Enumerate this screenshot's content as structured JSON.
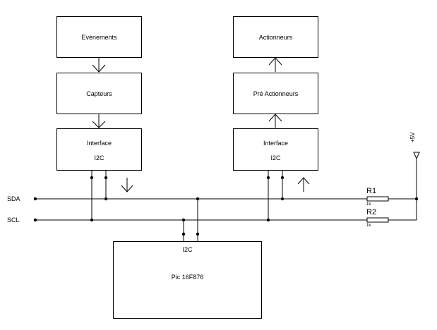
{
  "diagram": {
    "boxes": {
      "events": "Evènements",
      "sensors": "Capteurs",
      "interface_left": [
        "Interface",
        "I2C"
      ],
      "actuators": "Actionneurs",
      "pre_actuators": "Pré Actionneurs",
      "interface_right": [
        "Interface",
        "I2C"
      ],
      "pic": [
        "I2C",
        "Pic 16F876"
      ]
    },
    "bus": {
      "sda": "SDA",
      "scl": "SCL"
    },
    "resistors": [
      {
        "name": "R1",
        "value": "1k"
      },
      {
        "name": "R2",
        "value": "1k"
      }
    ],
    "supply": "+5V"
  }
}
